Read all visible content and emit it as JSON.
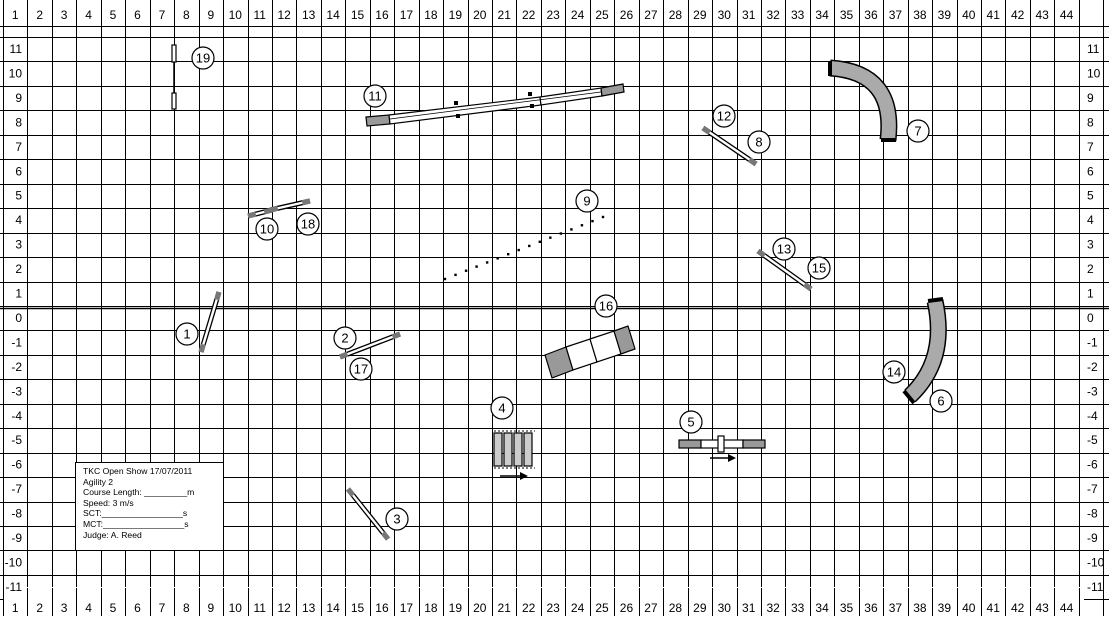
{
  "grid": {
    "x_labels": [
      "1",
      "2",
      "3",
      "4",
      "5",
      "6",
      "7",
      "8",
      "9",
      "10",
      "11",
      "12",
      "13",
      "14",
      "15",
      "16",
      "17",
      "18",
      "19",
      "20",
      "21",
      "22",
      "23",
      "24",
      "25",
      "26",
      "27",
      "28",
      "29",
      "30",
      "31",
      "32",
      "33",
      "34",
      "35",
      "36",
      "37",
      "38",
      "39",
      "40",
      "41",
      "42",
      "43",
      "44"
    ],
    "y_labels": [
      "11",
      "10",
      "9",
      "8",
      "7",
      "6",
      "5",
      "4",
      "3",
      "2",
      "1",
      "0",
      "-1",
      "-2",
      "-3",
      "-4",
      "-5",
      "-6",
      "-7",
      "-8",
      "-9",
      "-10",
      "-11"
    ]
  },
  "obstacles": [
    {
      "number": "1",
      "type": "hurdle"
    },
    {
      "number": "2",
      "type": "hurdle"
    },
    {
      "number": "3",
      "type": "hurdle"
    },
    {
      "number": "4",
      "type": "weave-poles"
    },
    {
      "number": "5",
      "type": "see-saw"
    },
    {
      "number": "6",
      "type": "tunnel"
    },
    {
      "number": "7",
      "type": "tunnel"
    },
    {
      "number": "8",
      "type": "hurdle"
    },
    {
      "number": "9",
      "type": "weave-poles"
    },
    {
      "number": "10",
      "type": "hurdle"
    },
    {
      "number": "11",
      "type": "dog-walk"
    },
    {
      "number": "12",
      "type": "hurdle"
    },
    {
      "number": "13",
      "type": "hurdle"
    },
    {
      "number": "14",
      "type": "tunnel"
    },
    {
      "number": "15",
      "type": "hurdle"
    },
    {
      "number": "16",
      "type": "a-frame"
    },
    {
      "number": "17",
      "type": "hurdle"
    },
    {
      "number": "18",
      "type": "hurdle"
    },
    {
      "number": "19",
      "type": "hurdle"
    }
  ],
  "info_box": {
    "line1": "TKC Open Show 17/07/2011",
    "line2": "Agility 2",
    "line3": "Course Length: _________m",
    "line4": "Speed: 3 m/s",
    "line5": "SCT:_________________s",
    "line6": "MCT:_________________s",
    "line7": "Judge: A. Reed"
  }
}
